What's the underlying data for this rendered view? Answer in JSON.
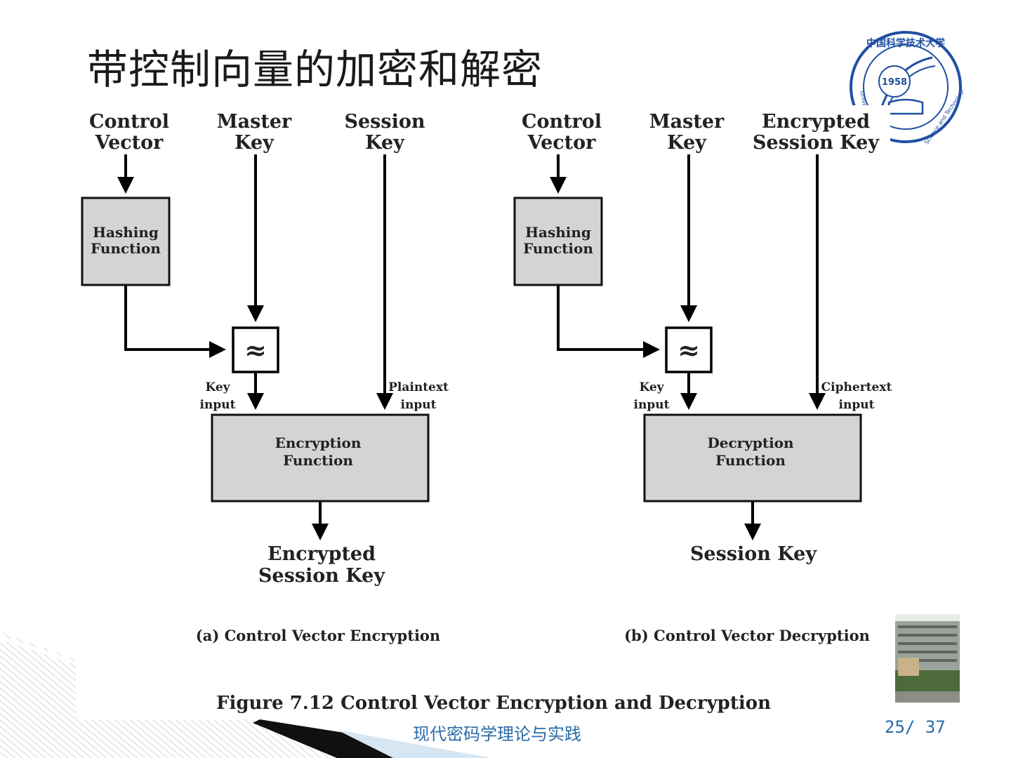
{
  "slide": {
    "title": "带控制向量的加密和解密",
    "footer": "现代密码学理论与实践",
    "page_current": "25",
    "page_sep": "/",
    "page_total": "37"
  },
  "logo": {
    "year": "1958",
    "text_top": "中国科学技术大学",
    "text_left": "Univer",
    "text_right": "Science and Technology of China"
  },
  "diagram": {
    "left": {
      "inputs": {
        "control_vector": [
          "Control",
          "Vector"
        ],
        "master_key": [
          "Master",
          "Key"
        ],
        "session_key": [
          "Session",
          "Key"
        ]
      },
      "hash_box": [
        "Hashing",
        "Function"
      ],
      "combine_symbol": "≈",
      "key_input": [
        "Key",
        "input"
      ],
      "data_input": [
        "Plaintext",
        "input"
      ],
      "function_box": [
        "Encryption",
        "Function"
      ],
      "output": [
        "Encrypted",
        "Session Key"
      ],
      "caption": "(a) Control Vector Encryption"
    },
    "right": {
      "inputs": {
        "control_vector": [
          "Control",
          "Vector"
        ],
        "master_key": [
          "Master",
          "Key"
        ],
        "session_key": [
          "Encrypted",
          "Session Key"
        ]
      },
      "hash_box": [
        "Hashing",
        "Function"
      ],
      "combine_symbol": "≈",
      "key_input": [
        "Key",
        "input"
      ],
      "data_input": [
        "Ciphertext",
        "input"
      ],
      "function_box": [
        "Decryption",
        "Function"
      ],
      "output": [
        "Session Key"
      ],
      "caption": "(b) Control Vector Decryption"
    },
    "figure_caption": "Figure 7.12  Control Vector Encryption and Decryption"
  },
  "colors": {
    "accent": "#2a6aa8",
    "box_fill": "#d4d4d4",
    "logo_blue": "#1f4fa3"
  }
}
